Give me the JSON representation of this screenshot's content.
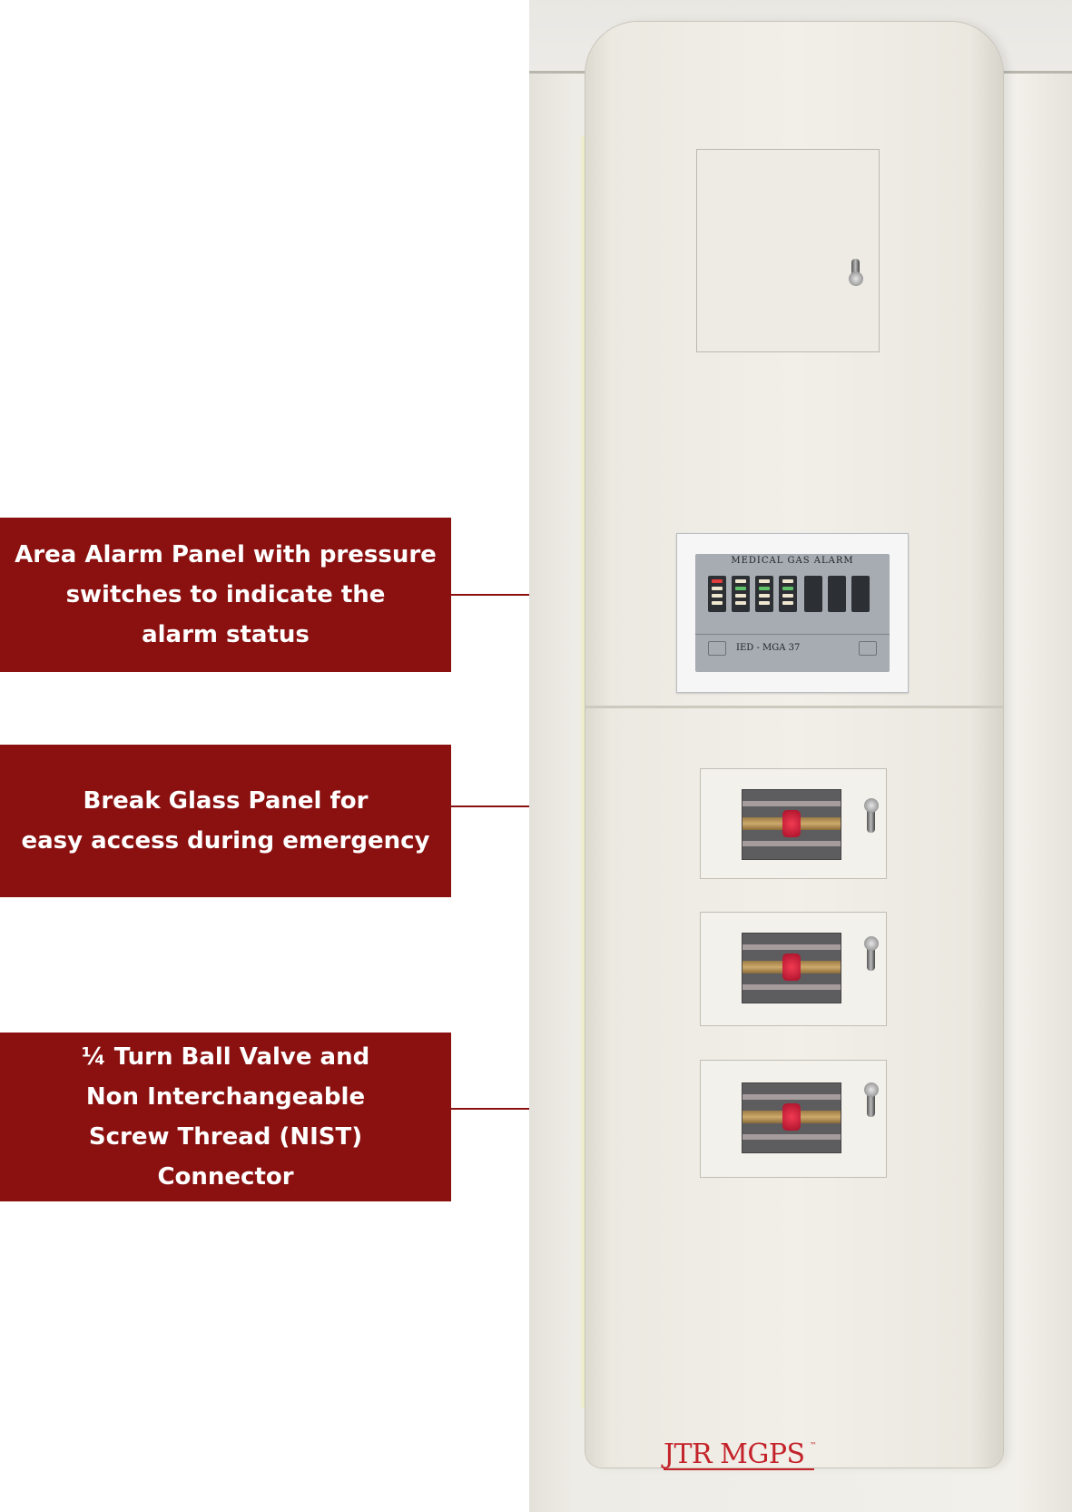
{
  "callouts": [
    {
      "text": "Area Alarm Panel with pressure\nswitches to indicate the\nalarm status"
    },
    {
      "text": "Break Glass Panel for\neasy access during emergency"
    },
    {
      "text": "¼ Turn Ball Valve and\nNon Interchangeable\nScrew Thread (NIST)\nConnector"
    }
  ],
  "colors": {
    "callout_background": "#8b1111",
    "callout_text": "#ffffff",
    "logo": "#c4232a"
  },
  "alarm_panel": {
    "title": "MEDICAL GAS ALARM",
    "model": "IED - MGA 37"
  },
  "logo": {
    "text": "JTR MGPS",
    "trademark": "™"
  }
}
